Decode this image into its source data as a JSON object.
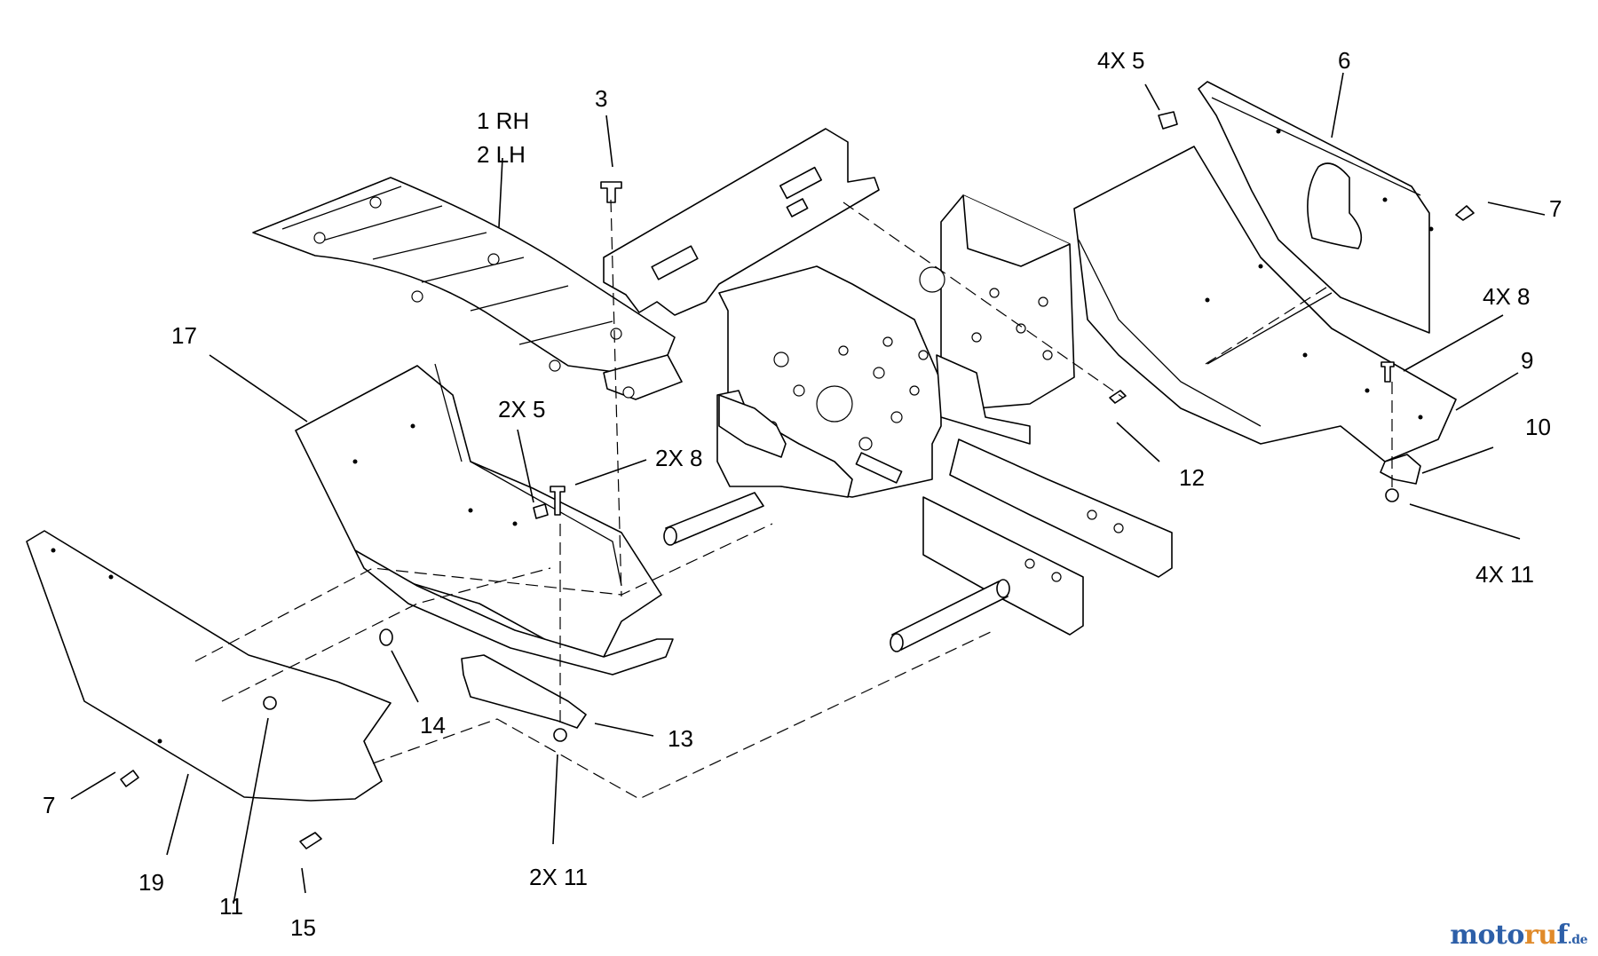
{
  "callouts": {
    "rh": "1 RH",
    "lh": "2 LH",
    "c3": "3",
    "c4x5": "4X 5",
    "c6": "6",
    "c7_right": "7",
    "c4x8": "4X 8",
    "c9": "9",
    "c10": "10",
    "c4x11": "4X 11",
    "c12": "12",
    "c17": "17",
    "c2x5": "2X 5",
    "c2x8": "2X 8",
    "c14": "14",
    "c13": "13",
    "c2x11": "2X 11",
    "c7_left": "7",
    "c19": "19",
    "c11": "11",
    "c15": "15"
  },
  "watermark": {
    "part1": "moto",
    "part2": "ru",
    "part3": "f",
    "tld": ".de"
  }
}
